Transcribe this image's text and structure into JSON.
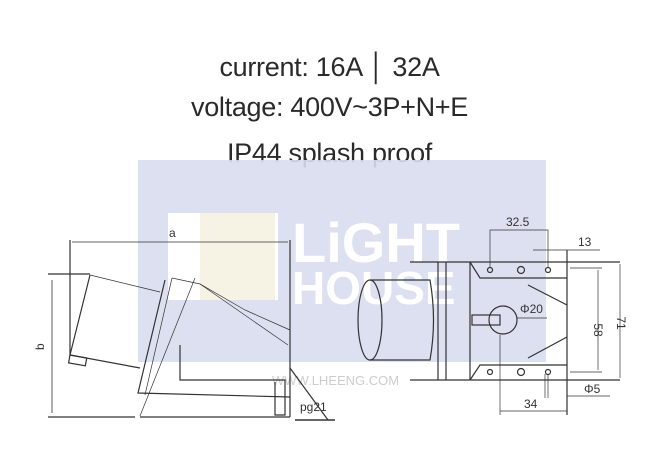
{
  "specs": {
    "current": "current: 16A │ 32A",
    "voltage": "voltage: 400V~3P+N+E",
    "protection": "IP44 splash proof"
  },
  "drawing": {
    "side_view": {
      "dim_a": "a",
      "dim_b": "b",
      "gland": "pg21"
    },
    "front_view": {
      "dim_32_5": "32.5",
      "dim_13": "13",
      "dim_phi20": "Φ20",
      "dim_58": "58",
      "dim_71": "71",
      "dim_phi5": "Φ5",
      "dim_34": "34"
    }
  },
  "watermark": {
    "brand_line1": "LiGHT",
    "brand_line2": "HOUSE",
    "url": "WWW.LHEENG.COM"
  },
  "colors": {
    "watermark_bg": "#d9ddf0",
    "line": "#333333"
  }
}
